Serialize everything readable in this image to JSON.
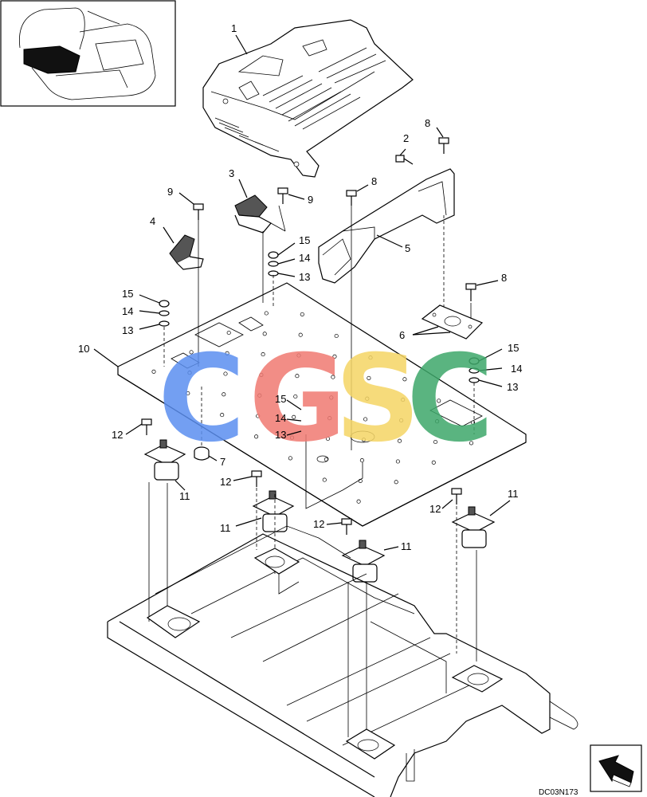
{
  "drawing": {
    "code": "DC03N173",
    "watermark": {
      "letters": [
        "C",
        "G",
        "S",
        "C"
      ],
      "colors": [
        "#5b8ff0",
        "#f07a72",
        "#f5d565",
        "#3ea86a"
      ]
    },
    "callouts": [
      {
        "id": "c1",
        "text": "1"
      },
      {
        "id": "c2",
        "text": "2"
      },
      {
        "id": "c3",
        "text": "3"
      },
      {
        "id": "c4",
        "text": "4"
      },
      {
        "id": "c5",
        "text": "5"
      },
      {
        "id": "c6",
        "text": "6"
      },
      {
        "id": "c7",
        "text": "7"
      },
      {
        "id": "c8a",
        "text": "8"
      },
      {
        "id": "c8b",
        "text": "8"
      },
      {
        "id": "c8c",
        "text": "8"
      },
      {
        "id": "c9a",
        "text": "9"
      },
      {
        "id": "c9b",
        "text": "9"
      },
      {
        "id": "c10",
        "text": "10"
      },
      {
        "id": "c11a",
        "text": "11"
      },
      {
        "id": "c11b",
        "text": "11"
      },
      {
        "id": "c11c",
        "text": "11"
      },
      {
        "id": "c11d",
        "text": "11"
      },
      {
        "id": "c12a",
        "text": "12"
      },
      {
        "id": "c12b",
        "text": "12"
      },
      {
        "id": "c12c",
        "text": "12"
      },
      {
        "id": "c12d",
        "text": "12"
      },
      {
        "id": "c13a",
        "text": "13"
      },
      {
        "id": "c13b",
        "text": "13"
      },
      {
        "id": "c13c",
        "text": "13"
      },
      {
        "id": "c13d",
        "text": "13"
      },
      {
        "id": "c14a",
        "text": "14"
      },
      {
        "id": "c14b",
        "text": "14"
      },
      {
        "id": "c14c",
        "text": "14"
      },
      {
        "id": "c14d",
        "text": "14"
      },
      {
        "id": "c15a",
        "text": "15"
      },
      {
        "id": "c15b",
        "text": "15"
      },
      {
        "id": "c15c",
        "text": "15"
      },
      {
        "id": "c15d",
        "text": "15"
      }
    ]
  }
}
